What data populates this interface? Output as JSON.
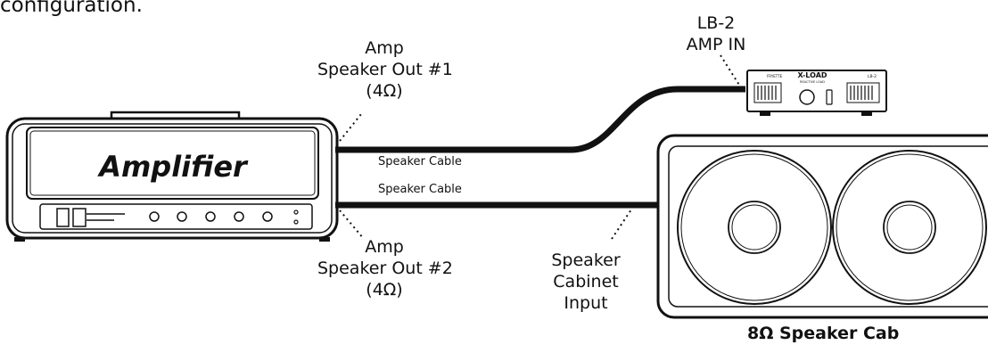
{
  "top_text": "configuration.",
  "amplifier": {
    "brand": "Amplifier"
  },
  "labels": {
    "out1": [
      "Amp",
      "Speaker Out #1",
      "(4Ω)"
    ],
    "out2": [
      "Amp",
      "Speaker Out #2",
      "(4Ω)"
    ],
    "lb2": [
      "LB-2",
      "AMP IN"
    ],
    "cab_input": [
      "Speaker",
      "Cabinet",
      "Input"
    ]
  },
  "cables": {
    "upper": "Speaker Cable",
    "lower": "Speaker Cable"
  },
  "loadbox": {
    "brand": "X-LOAD",
    "sub": "REACTIVE LOAD",
    "model": "LB-2",
    "maker": "FRYETTE"
  },
  "cab": {
    "title": "8Ω Speaker Cab"
  }
}
